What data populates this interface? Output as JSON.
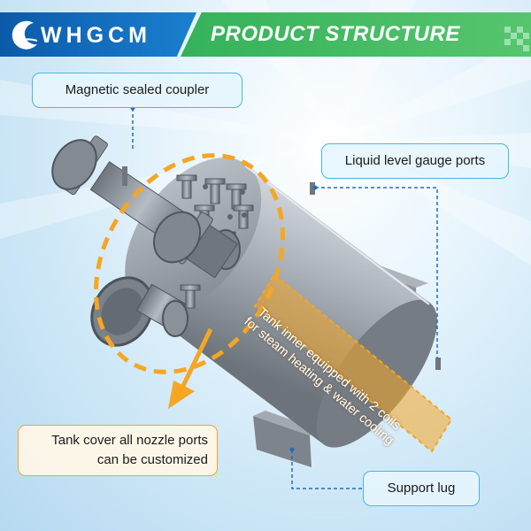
{
  "header": {
    "brand": "WHGCM",
    "title": "PRODUCT STRUCTURE"
  },
  "callouts": {
    "coupler": "Magnetic sealed coupler",
    "gauge": "Liquid level gauge ports",
    "cover_line1": "Tank cover all nozzle ports",
    "cover_line2": "can be customized",
    "lug": "Support lug"
  },
  "tank_note": {
    "line1": "Tank inner equipped with 2 coils",
    "line2": "for steam heating & water cooling"
  },
  "colors": {
    "brand_blue": "#0b5aa9",
    "title_green": "#34b25a",
    "callout_border": "#49b6e8",
    "highlight_orange": "#f5a623"
  },
  "icons": {
    "logo": "crescent-logo-icon",
    "pixels": "pixel-decoration-icon"
  }
}
